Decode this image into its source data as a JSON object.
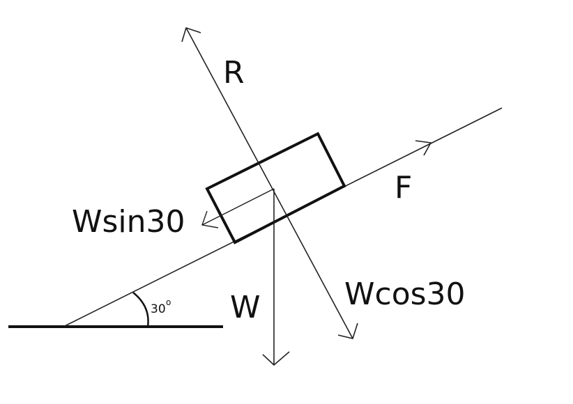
{
  "labels": {
    "reaction": "R",
    "friction": "F",
    "weight": "W",
    "weight_parallel": "Wsin30",
    "weight_perpendicular": "Wcos30",
    "angle": "30",
    "angle_degree_symbol": "o"
  },
  "colors": {
    "ink": "#111111",
    "background": "#ffffff"
  }
}
